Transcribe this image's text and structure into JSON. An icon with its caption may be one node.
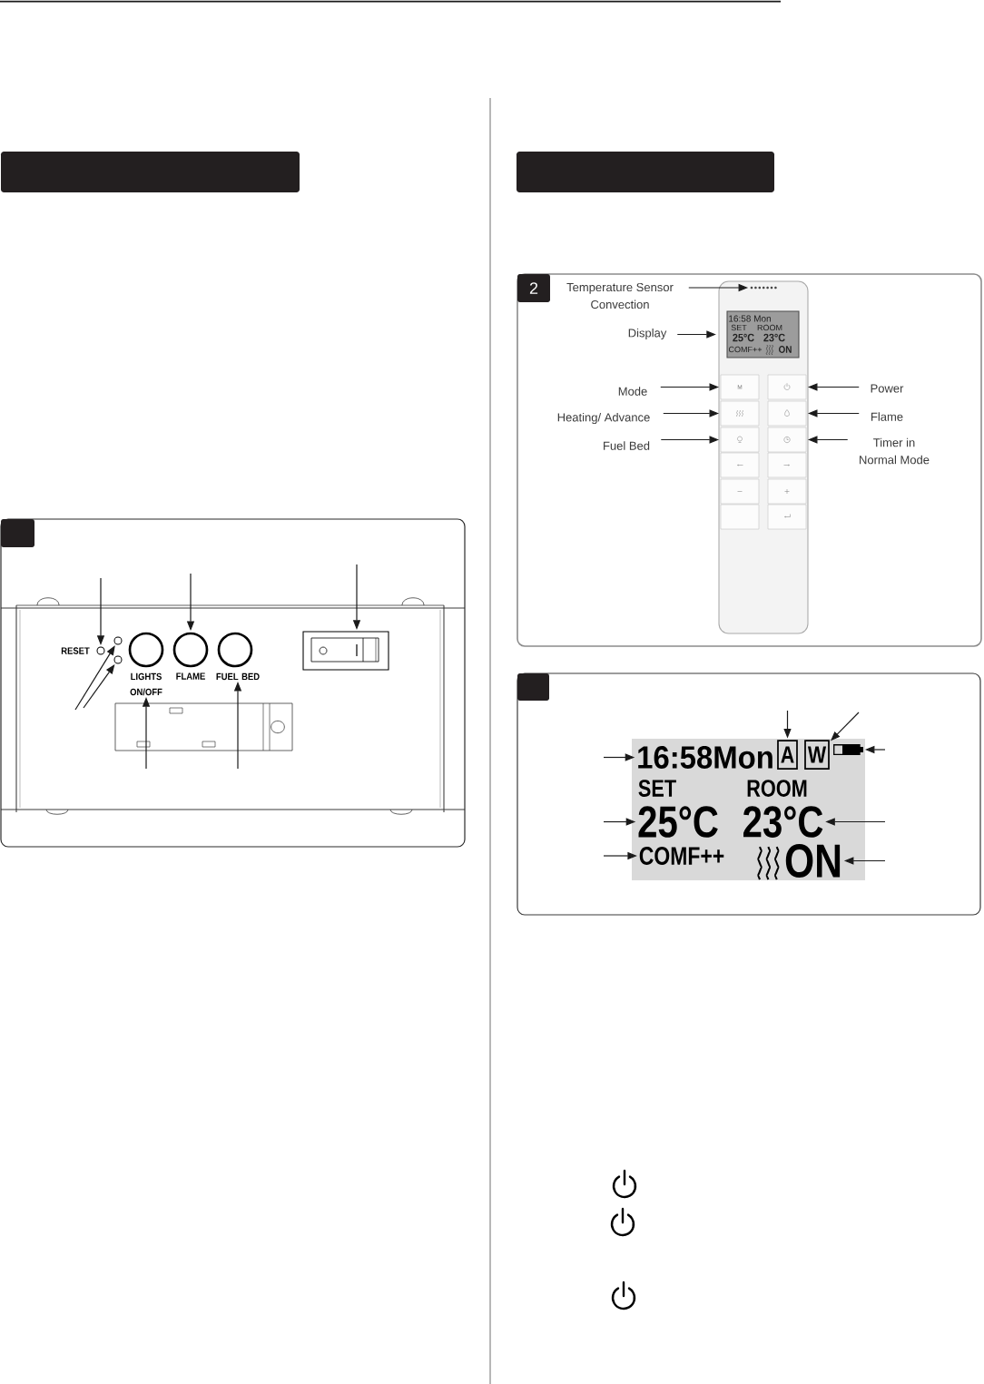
{
  "diagram": {
    "nodes": [
      {
        "text": [],
        "shape": "bar"
      },
      {
        "text": [],
        "shape": "box"
      },
      {
        "text": [],
        "shape": "box",
        "in": 1
      },
      {
        "text": [],
        "shape": "circle",
        "in": 1,
        "beside": [
          "RESET"
        ]
      },
      {
        "text": [],
        "shape": "circle",
        "in": 1
      },
      {
        "text": [],
        "shape": "circle",
        "in": 1
      },
      {
        "text": [],
        "shape": "circle",
        "in": 1
      },
      {
        "text": [],
        "shape": "circle",
        "in": 1,
        "beside": [
          "FLAME"
        ]
      },
      {
        "text": [],
        "shape": "circle",
        "in": 1
      },
      {
        "text": [],
        "shape": "box",
        "in": 1
      },
      {
        "text": [
          "LIGHTS ON/OFF"
        ],
        "in": 1
      },
      {
        "text": [
          "FUEL BED"
        ],
        "in": 1
      },
      {
        "text": [],
        "shape": "bar"
      },
      {
        "text": [],
        "shape": "box"
      },
      {
        "text": [
          "2"
        ],
        "in": 13
      },
      {
        "text": [
          "Temperature Sensor Convection"
        ],
        "in": 13
      },
      {
        "text": [],
        "shape": "box",
        "in": 13
      },
      {
        "text": [],
        "shape": "dots",
        "in": 16
      },
      {
        "text": [
          "Display"
        ],
        "in": 13
      },
      {
        "text": [
          "16:58 Mon",
          "SET",
          "ROOM",
          "25°C",
          "23°C",
          "COMF++",
          "ON"
        ],
        "in": 16
      },
      {
        "text": [
          "Mode"
        ],
        "in": 13
      },
      {
        "text": [
          "M"
        ],
        "in": 16
      },
      {
        "text": [
          "Power"
        ],
        "in": 13
      },
      {
        "text": [],
        "shape": "box",
        "in": 16
      },
      {
        "text": [
          "Heating/ Advance"
        ],
        "in": 13
      },
      {
        "text": [],
        "shape": "box",
        "in": 16
      },
      {
        "text": [
          "Flame"
        ],
        "in": 13
      },
      {
        "text": [],
        "shape": "box",
        "in": 16
      },
      {
        "text": [
          "Fuel Bed"
        ],
        "in": 13
      },
      {
        "text": [],
        "shape": "box",
        "in": 16
      },
      {
        "text": [
          "Timer in Normal Mode"
        ],
        "in": 13
      },
      {
        "text": [],
        "shape": "box",
        "in": 16
      },
      {
        "text": [],
        "shape": "box",
        "in": 16
      },
      {
        "text": [],
        "shape": "box",
        "in": 16
      },
      {
        "text": [],
        "shape": "box",
        "in": 16
      },
      {
        "text": [],
        "shape": "box",
        "in": 16
      },
      {
        "text": [],
        "shape": "box",
        "in": 16
      },
      {
        "text": [],
        "shape": "box",
        "in": 16
      },
      {
        "text": [],
        "shape": "box"
      },
      {
        "text": [],
        "shape": "box",
        "in": 38
      },
      {
        "text": [
          "SET",
          "ROOM"
        ],
        "in": 38
      },
      {
        "text": [
          "16:58Mon"
        ],
        "in": 40
      },
      {
        "text": [
          "A"
        ],
        "in": 40
      },
      {
        "text": [
          "W"
        ],
        "in": 40
      },
      {
        "text": [],
        "shape": "battery",
        "in": 40
      },
      {
        "text": [
          "25°C"
        ],
        "in": 40
      },
      {
        "text": [
          "23°C"
        ],
        "in": 40
      },
      {
        "text": [
          "COMF++"
        ],
        "in": 40
      },
      {
        "text": [
          "ON"
        ],
        "in": 40
      }
    ],
    "edges": [
      {
        "from": null,
        "to": 3,
        "arrow": "to"
      },
      {
        "from": null,
        "to": 7,
        "arrow": "to"
      },
      {
        "from": null,
        "to": 9,
        "arrow": "to"
      },
      {
        "from": null,
        "to": 4,
        "arrow": "to"
      },
      {
        "from": null,
        "to": 5,
        "arrow": "to"
      },
      {
        "from": null,
        "to": 10,
        "arrow": "to"
      },
      {
        "from": null,
        "to": 11,
        "arrow": "to"
      },
      {
        "from": 15,
        "to": 17,
        "arrow": "to"
      },
      {
        "from": 18,
        "to": 19,
        "arrow": "to"
      },
      {
        "from": 20,
        "to": 21,
        "arrow": "to"
      },
      {
        "from": 22,
        "to": 23,
        "arrow": "to"
      },
      {
        "from": 24,
        "to": 25,
        "arrow": "to"
      },
      {
        "from": 26,
        "to": 27,
        "arrow": "to"
      },
      {
        "from": 28,
        "to": 29,
        "arrow": "to"
      },
      {
        "from": 30,
        "to": 31,
        "arrow": "to"
      },
      {
        "from": null,
        "to": 41,
        "arrow": "to"
      },
      {
        "from": null,
        "to": 42,
        "arrow": "to"
      },
      {
        "from": null,
        "to": 43,
        "arrow": "to"
      },
      {
        "from": null,
        "to": 44,
        "arrow": "to"
      },
      {
        "from": null,
        "to": 45,
        "arrow": "to"
      },
      {
        "from": null,
        "to": 46,
        "arrow": "to"
      },
      {
        "from": null,
        "to": 47,
        "arrow": "to"
      },
      {
        "from": null,
        "to": 48,
        "arrow": "to"
      }
    ]
  }
}
